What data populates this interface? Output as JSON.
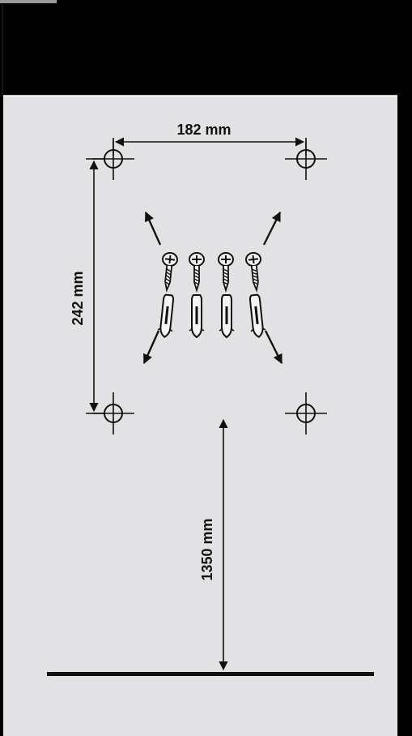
{
  "diagram": {
    "dimensions": {
      "horizontal_spacing": "182 mm",
      "vertical_spacing": "242 mm",
      "height_from_floor": "1350 mm"
    },
    "mounting_holes": [
      "hole-top-left",
      "hole-top-right",
      "hole-bottom-left",
      "hole-bottom-right"
    ],
    "hardware": {
      "screws": 4,
      "wall_plugs": 4
    }
  },
  "colors": {
    "background": "#000000",
    "panel": "#E2E2E4",
    "line": "#111111",
    "drawing": "#1A1A1A"
  }
}
